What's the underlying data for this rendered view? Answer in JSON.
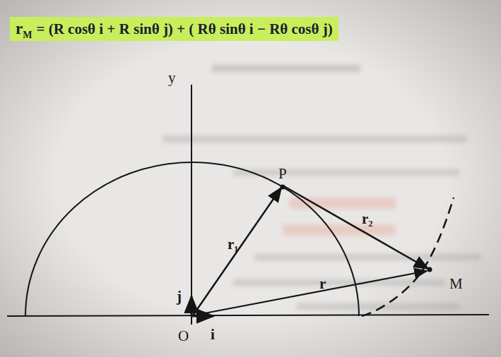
{
  "diagram": {
    "nodes": [
      {
        "text": [
          "r",
          "M",
          "= (R cosθ i + R sinθ j) + ( Rθ sinθ i − Rθ cosθ j)"
        ]
      }
    ],
    "labels": [
      "y",
      "P",
      "r₁",
      "r₂",
      "r",
      "M",
      "j",
      "i",
      "O"
    ]
  }
}
